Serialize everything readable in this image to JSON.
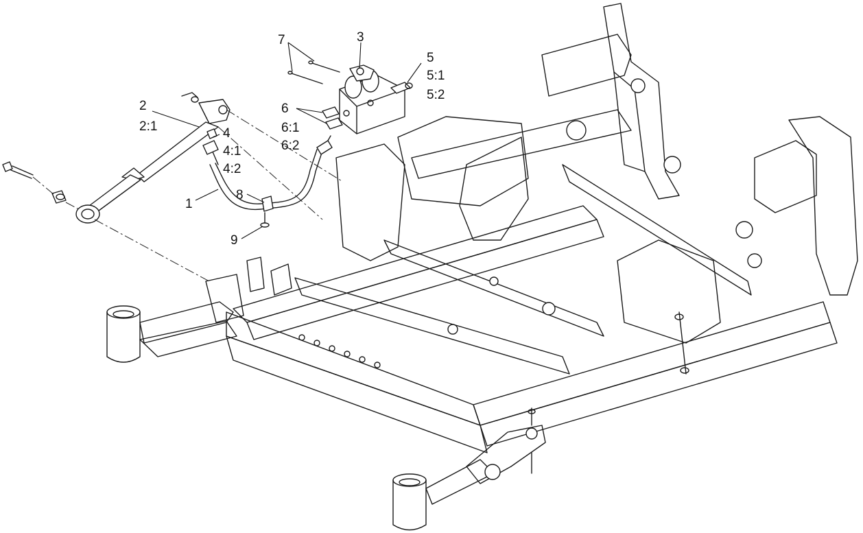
{
  "callouts": {
    "c1": "1",
    "c2": "2",
    "c2_1": "2:1",
    "c3": "3",
    "c4": "4",
    "c4_1": "4:1",
    "c4_2": "4:2",
    "c5": "5",
    "c5_1": "5:1",
    "c5_2": "5:2",
    "c6": "6",
    "c6_1": "6:1",
    "c6_2": "6:2",
    "c7": "7",
    "c8": "8",
    "c9": "9"
  },
  "colors": {
    "line": "#1a1a1a",
    "background": "#ffffff"
  }
}
